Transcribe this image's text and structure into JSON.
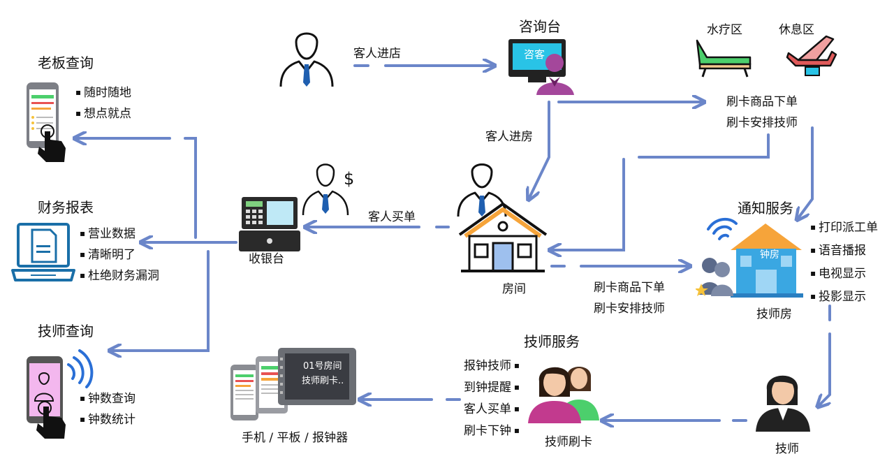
{
  "flow_labels": {
    "guest_arrives": "客人进店",
    "guest_enters_room": "客人进房",
    "guest_pays": "客人买单",
    "card_order_top": [
      "刷卡商品下单",
      "刷卡安排技师"
    ],
    "card_order_room": [
      "刷卡商品下单",
      "刷卡安排技师"
    ]
  },
  "nodes": {
    "reception": "咨询台",
    "reception_screen": "咨客",
    "spa_zone": "水疗区",
    "rest_zone": "休息区",
    "cashier": "收银台",
    "room": "房间",
    "notify_service": "通知服务",
    "bell_room_sign": "钟房",
    "tech_room": "技师房",
    "technician": "技师",
    "tech_service": "技师服务",
    "tech_card": "技师刷卡",
    "devices": "手机 / 平板 / 报钟器",
    "device_screen": [
      "01号房间",
      "技师刷卡.."
    ],
    "boss_query": "老板查询",
    "finance_report": "财务报表",
    "tech_query": "技师查询"
  },
  "lists": {
    "boss": [
      "随时随地",
      "想点就点"
    ],
    "finance": [
      "营业数据",
      "清晰明了",
      "杜绝财务漏洞"
    ],
    "tech_query": [
      "钟数查询",
      "钟数统计"
    ],
    "notify": [
      "打印派工单",
      "语音播报",
      "电视显示",
      "投影显示"
    ],
    "tech_service": [
      "报钟技师",
      "到钟提醒",
      "客人买单",
      "刷卡下钟"
    ]
  },
  "colors": {
    "arrow": "#6b86c9",
    "accent_green": "#4ccf6c",
    "screen_cyan": "#29c3e6",
    "purple": "#a4479b",
    "orange": "#f6a43a"
  }
}
